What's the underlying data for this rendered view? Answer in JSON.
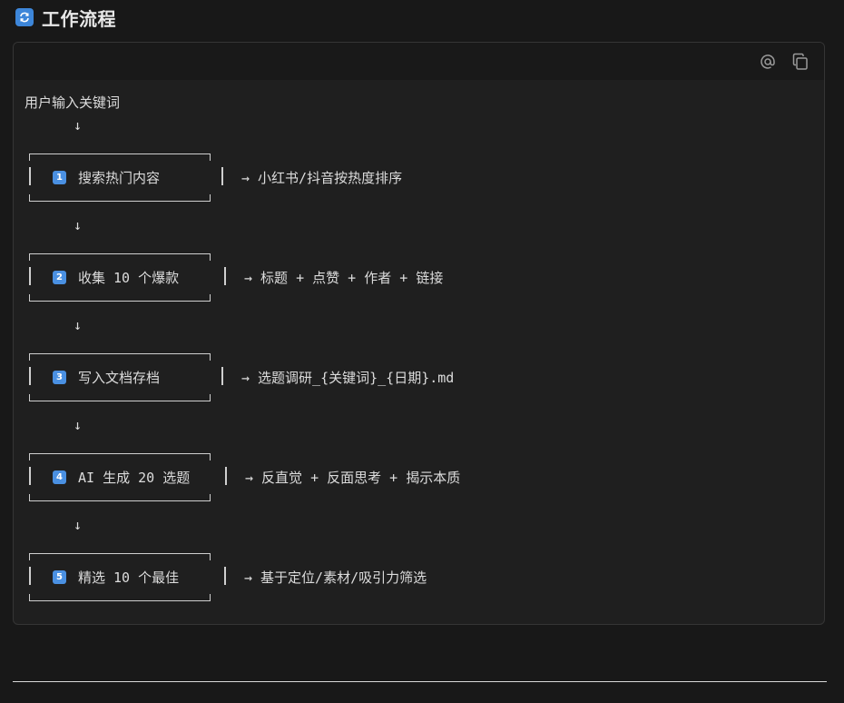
{
  "header": {
    "icon": "refresh-icon",
    "title": "工作流程"
  },
  "toolbar": {
    "mention_icon": "at-sign-icon",
    "copy_icon": "copy-icon"
  },
  "flow": {
    "intro": "用户输入关键词",
    "arrow": "↓",
    "steps": [
      {
        "num": "1",
        "label": "搜索热门内容",
        "note": "→ 小红书/抖音按热度排序"
      },
      {
        "num": "2",
        "label": "收集 10 个爆款",
        "note": "→ 标题 + 点赞 + 作者 + 链接"
      },
      {
        "num": "3",
        "label": "写入文档存档",
        "note": "→ 选题调研_{关键词}_{日期}.md"
      },
      {
        "num": "4",
        "label": "AI 生成 20 选题",
        "note": "→ 反直觉 + 反面思考 + 揭示本质"
      },
      {
        "num": "5",
        "label": "精选 10 个最佳",
        "note": "→ 基于定位/素材/吸引力筛选"
      }
    ]
  },
  "colors": {
    "accent": "#4a90e2",
    "background": "#181818",
    "code_bg": "#1f1f1f"
  }
}
